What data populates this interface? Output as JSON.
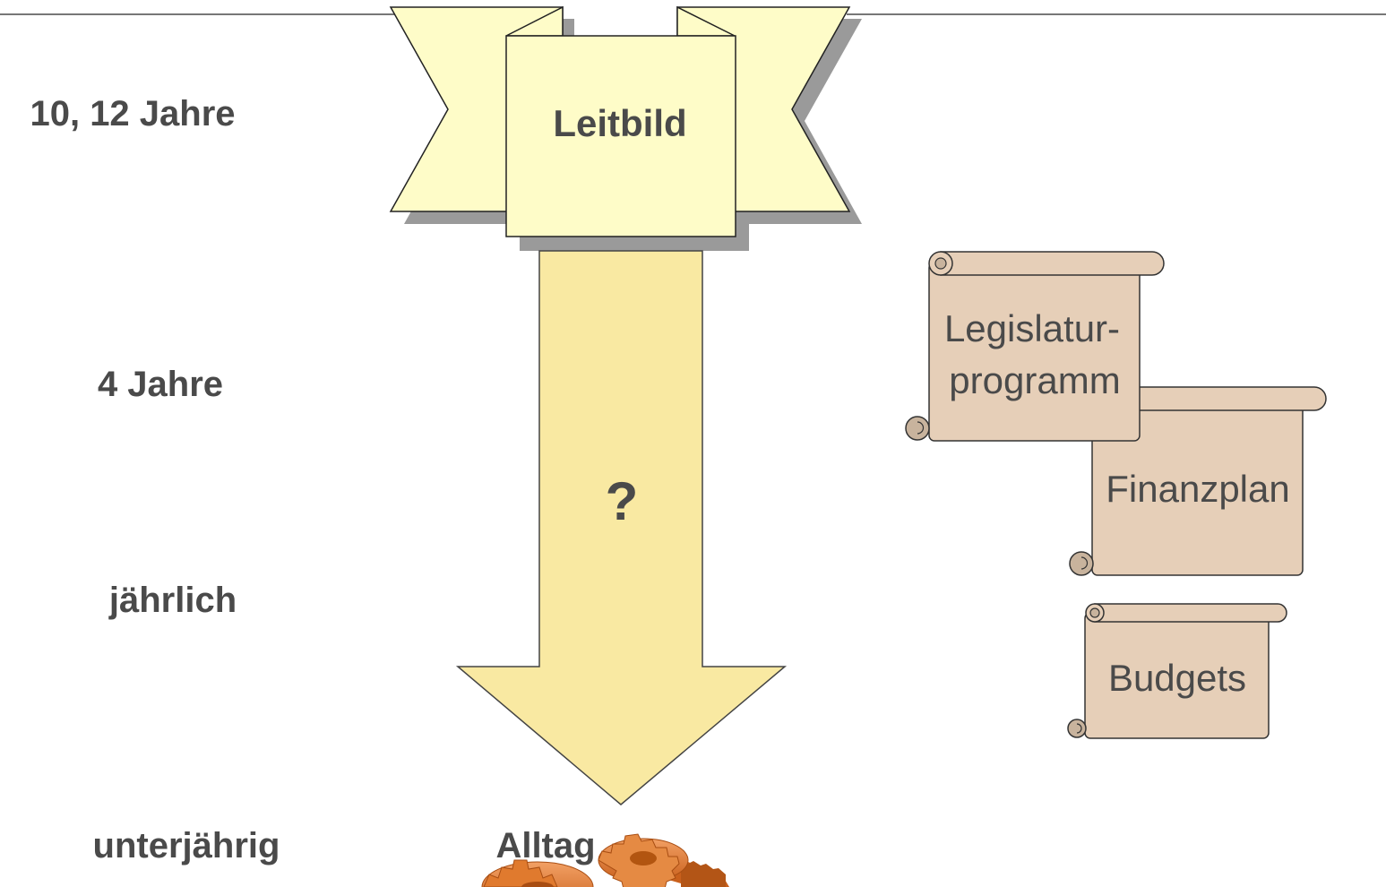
{
  "timescale": {
    "long_term": "10, 12 Jahre",
    "four_years": "4 Jahre",
    "annual": "jährlich",
    "intra_year": "unterjährig"
  },
  "banner": {
    "label": "Leitbild"
  },
  "arrow": {
    "label": "?"
  },
  "daily": {
    "label": "Alltag"
  },
  "scrolls": {
    "legislature_line1": "Legislatur-",
    "legislature_line2": "programm",
    "finance": "Finanzplan",
    "budgets": "Budgets"
  },
  "colors": {
    "banner_fill": "#fefcc8",
    "arrow_fill": "#f9e9a2",
    "scroll_fill": "#e6cfb8",
    "scroll_roll": "#c8b39d",
    "gear": "#e07a2e",
    "text": "#4a4a4a",
    "shadow": "#9a9a9a"
  }
}
